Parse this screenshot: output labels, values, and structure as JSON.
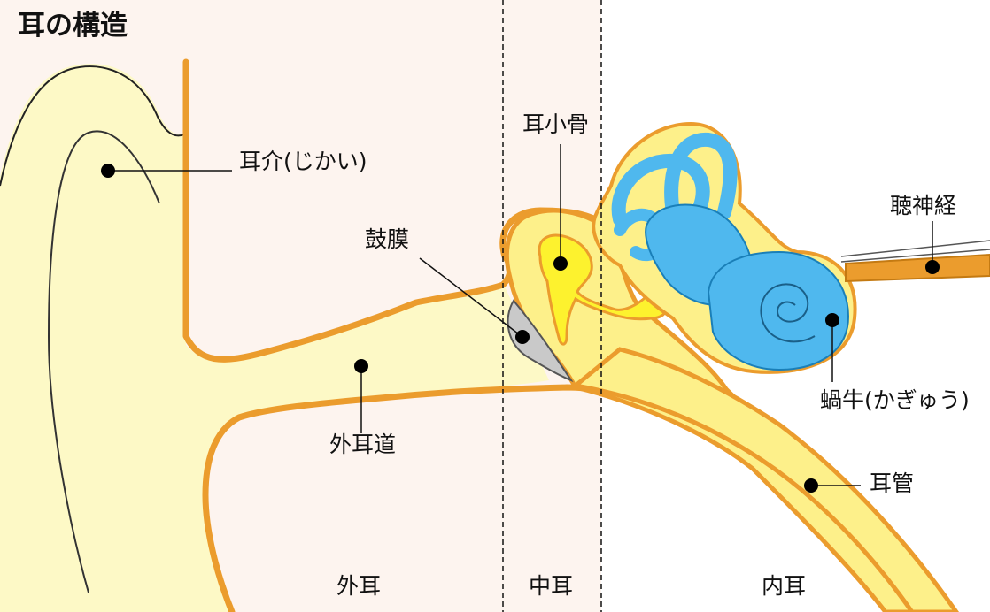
{
  "title": "耳の構造",
  "regions": {
    "outer": "外耳",
    "middle": "中耳",
    "inner": "内耳"
  },
  "parts": {
    "auricle": "耳介(じかい)",
    "eardrum": "鼓膜",
    "ossicles": "耳小骨",
    "auditory_nerve": "聴神経",
    "ear_canal": "外耳道",
    "cochlea": "蝸牛(かぎゅう)",
    "eustachian_tube": "耳管"
  },
  "colors": {
    "outer_bg": "#fdf4ef",
    "middle_bg": "#fdf4ef",
    "inner_bg": "#ffffff",
    "skin": "#fdf9c6",
    "outline": "#eb9c2d",
    "middle_fill": "#fdf08a",
    "ossicle": "#fdf22e",
    "labyrinth": "#4fb8ee",
    "eardrum": "#c9c9c9"
  }
}
